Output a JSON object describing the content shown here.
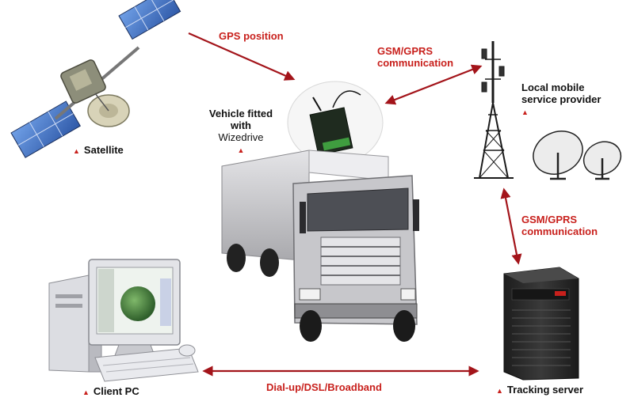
{
  "nodes": {
    "satellite": "Satellite",
    "vehicle_line1": "Vehicle fitted",
    "vehicle_line2": "with",
    "vehicle_line3": "Wizedrive",
    "provider_line1": "Local mobile",
    "provider_line2": "service provider",
    "client": "Client PC",
    "server": "Tracking server"
  },
  "links": {
    "gps": "GPS position",
    "gsm_top_line1": "GSM/GPRS",
    "gsm_top_line2": "communication",
    "gsm_right_line1": "GSM/GPRS",
    "gsm_right_line2": "communication",
    "dialup": "Dial-up/DSL/Broadband"
  },
  "colors": {
    "arrow": "#a3141a",
    "label_accent": "#c8201c",
    "satellite_panel": "#4a78c8",
    "screen_map": "#3f7d3a",
    "server_body": "#2b2b2b",
    "truck_body": "#cfcfd2"
  }
}
